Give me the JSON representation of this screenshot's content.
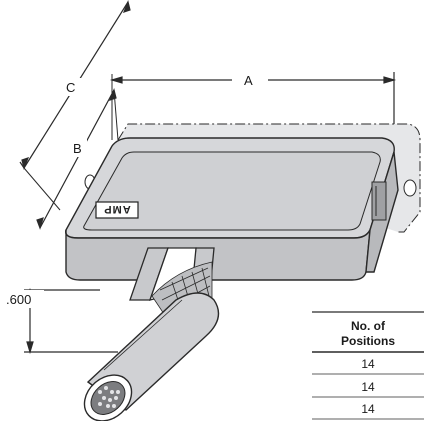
{
  "dimensions": {
    "a": "A",
    "b": "B",
    "c": "C",
    "height": ".600"
  },
  "logo": "AMP",
  "table": {
    "header_line1": "No. of",
    "header_line2": "Positions",
    "rows": [
      "14",
      "14",
      "14"
    ]
  },
  "colors": {
    "body_fill": "#c8c9cc",
    "body_top": "#d6d7da",
    "line": "#2a2a2a"
  }
}
